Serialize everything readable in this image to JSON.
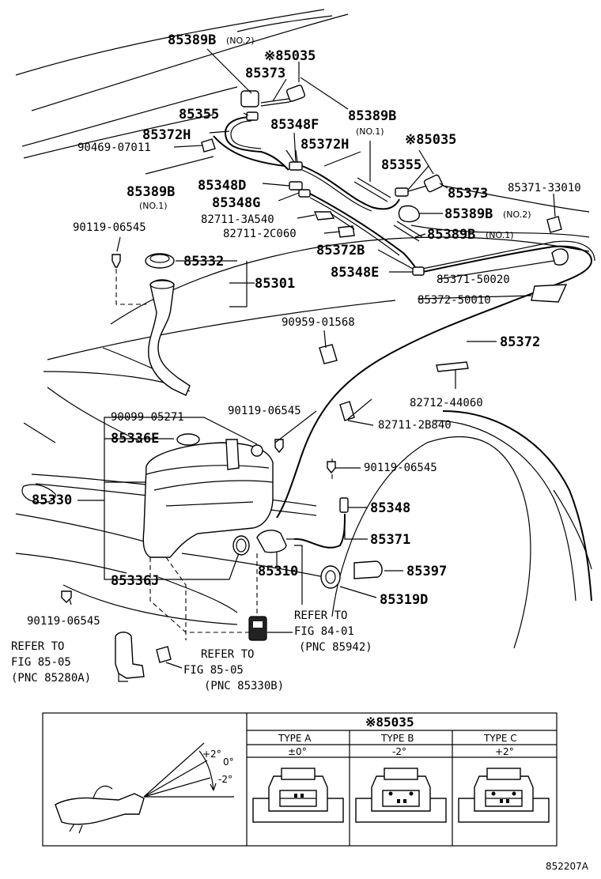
{
  "labels": {
    "p85389B_no2_top": "85389B",
    "p85389B_no2_top_sub": "(NO.2)",
    "p85035_top": "※85035",
    "p85373_top": "85373",
    "p85355_left": "85355",
    "p85372H_left": "85372H",
    "p90469": "90469-07011",
    "p85348F": "85348F",
    "p85389B_no1_right": "85389B",
    "p85389B_no1_right_sub": "(NO.1)",
    "p85372H_mid": "85372H",
    "p85035_right": "※85035",
    "p85355_right": "85355",
    "p85373_right": "85373",
    "p85389B_no2_right": "85389B",
    "p85389B_no2_right_sub": "(NO.2)",
    "p85389B_no1_low": "85389B",
    "p85389B_no1_low_sub": "(NO.1)",
    "p85371_33010": "85371-33010",
    "p85348D": "85348D",
    "p85348G": "85348G",
    "p85389B_no1_left": "85389B",
    "p85389B_no1_left_sub": "(NO.1)",
    "p82711_3A540": "82711-3A540",
    "p82711_2C060": "82711-2C060",
    "p90119_top": "90119-06545",
    "p85372B": "85372B",
    "p85332": "85332",
    "p85348E": "85348E",
    "p85371_50020": "85371-50020",
    "p85301": "85301",
    "p85372_50010": "85372-50010",
    "p90959": "90959-01568",
    "p85372": "85372",
    "p82712_44060": "82712-44060",
    "p90099": "90099-05271",
    "p90119_mid": "90119-06545",
    "p82711_2B840": "82711-2B840",
    "p85336E": "85336E",
    "p90119_right": "90119-06545",
    "p85330": "85330",
    "p85348": "85348",
    "p85371": "85371",
    "p85397": "85397",
    "p85310": "85310",
    "p85336J": "85336J",
    "p85319D": "85319D",
    "p90119_bottom": "90119-06545",
    "ref_84_01_a": "REFER TO",
    "ref_84_01_b": "FIG 84-01",
    "ref_84_01_c": "(PNC 85942)",
    "ref_85_05a_a": "REFER TO",
    "ref_85_05a_b": "FIG 85-05",
    "ref_85_05a_c": "(PNC 85280A)",
    "ref_85_05b_a": "REFER TO",
    "ref_85_05b_b": "FIG 85-05",
    "ref_85_05b_c": "(PNC 85330B)"
  },
  "inset": {
    "title": "※85035",
    "angles": [
      "+2°",
      "0°",
      "-2°"
    ],
    "types": [
      {
        "name": "TYPE A",
        "angle": "±0°"
      },
      {
        "name": "TYPE B",
        "angle": "-2°"
      },
      {
        "name": "TYPE C",
        "angle": "+2°"
      }
    ]
  },
  "figure_code": "852207A"
}
